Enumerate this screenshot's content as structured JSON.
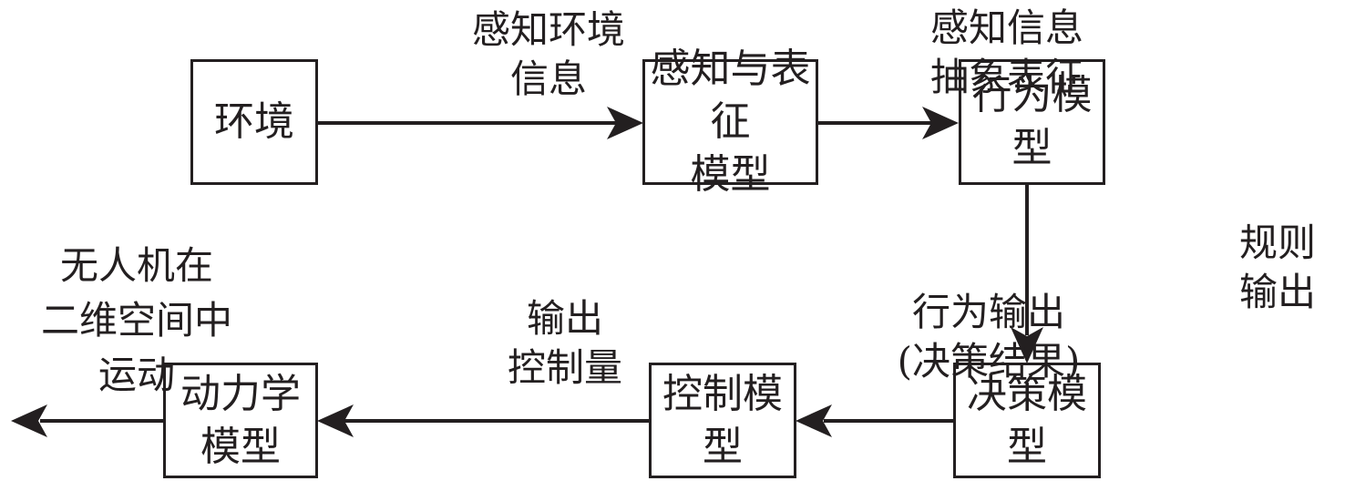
{
  "diagram": {
    "nodes": {
      "environment": {
        "lines": [
          "环境"
        ]
      },
      "perception": {
        "lines": [
          "感知与表征",
          "模型"
        ]
      },
      "behavior": {
        "lines": [
          "行为模型"
        ]
      },
      "decision": {
        "lines": [
          "决策模型"
        ]
      },
      "control": {
        "lines": [
          "控制模型"
        ]
      },
      "dynamics": {
        "lines": [
          "动力学",
          "模型"
        ]
      }
    },
    "edges": {
      "env_to_perception": {
        "lines": [
          "感知环境",
          "信息"
        ]
      },
      "perception_to_behavior": {
        "lines": [
          "感知信息",
          "抽象表征"
        ]
      },
      "behavior_to_decision": {
        "lines": [
          "规则",
          "输出"
        ]
      },
      "decision_to_control": {
        "lines": [
          "行为输出",
          "(决策结果)"
        ]
      },
      "control_to_dynamics": {
        "lines": [
          "输出",
          "控制量"
        ]
      },
      "dynamics_to_output": {
        "lines": [
          "无人机在",
          "二维空间中",
          "运动"
        ]
      }
    },
    "colors": {
      "stroke": "#231f20",
      "background": "#ffffff"
    }
  }
}
